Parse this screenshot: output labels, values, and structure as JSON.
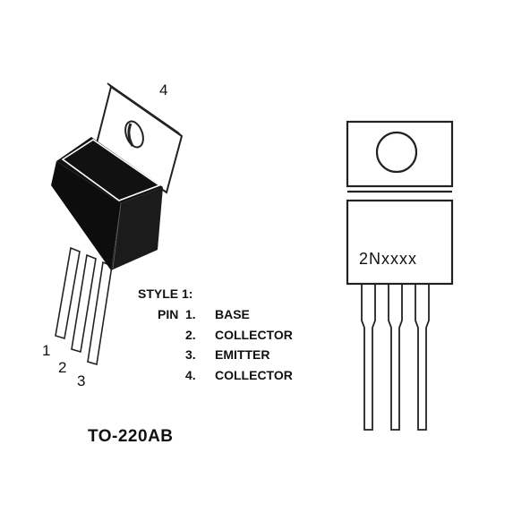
{
  "perspective": {
    "tab_pin_label": "4",
    "lead_labels": [
      "1",
      "2",
      "3"
    ]
  },
  "package_name": "TO-220AB",
  "pinout": {
    "style": "STYLE 1:",
    "pin_prefix": "PIN",
    "pins": [
      {
        "number": "1.",
        "name": "BASE"
      },
      {
        "number": "2.",
        "name": "COLLECTOR"
      },
      {
        "number": "3.",
        "name": "EMITTER"
      },
      {
        "number": "4.",
        "name": "COLLECTOR"
      }
    ]
  },
  "front_view": {
    "marking": "2Nxxxx"
  },
  "colors": {
    "line": "#222222",
    "body": "#0d0d0d",
    "tab_fill": "#ffffff"
  }
}
